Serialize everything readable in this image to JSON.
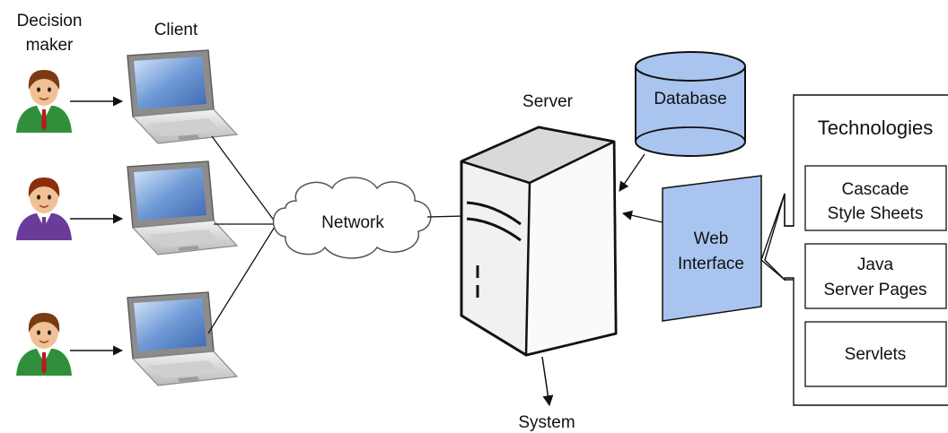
{
  "labels": {
    "decision_maker_line1": "Decision",
    "decision_maker_line2": "maker",
    "client": "Client",
    "network": "Network",
    "server": "Server",
    "database": "Database",
    "web_interface_line1": "Web",
    "web_interface_line2": "Interface",
    "system": "System",
    "technologies_title": "Technologies"
  },
  "technologies": [
    {
      "line1": "Cascade",
      "line2": "Style Sheets"
    },
    {
      "line1": "Java",
      "line2": "Server Pages"
    },
    {
      "line1": "Servlets",
      "line2": ""
    }
  ],
  "people": [
    {
      "name": "decision-maker-1",
      "shirt_color": "#2f8f3a",
      "hair_color": "#7a3a14",
      "tie_color": "#b31f1f"
    },
    {
      "name": "decision-maker-2",
      "shirt_color": "#6a3c9a",
      "hair_color": "#8a2e10",
      "tie_color": "#6a3c9a"
    },
    {
      "name": "decision-maker-3",
      "shirt_color": "#2f8f3a",
      "hair_color": "#7a3a14",
      "tie_color": "#b31f1f"
    }
  ],
  "colors": {
    "database_fill": "#a9c5ef",
    "web_interface_fill": "#a9c5ef",
    "server_fill": "#e6e6e6",
    "outline": "#222222",
    "laptop_screen": "#5b86c9"
  }
}
